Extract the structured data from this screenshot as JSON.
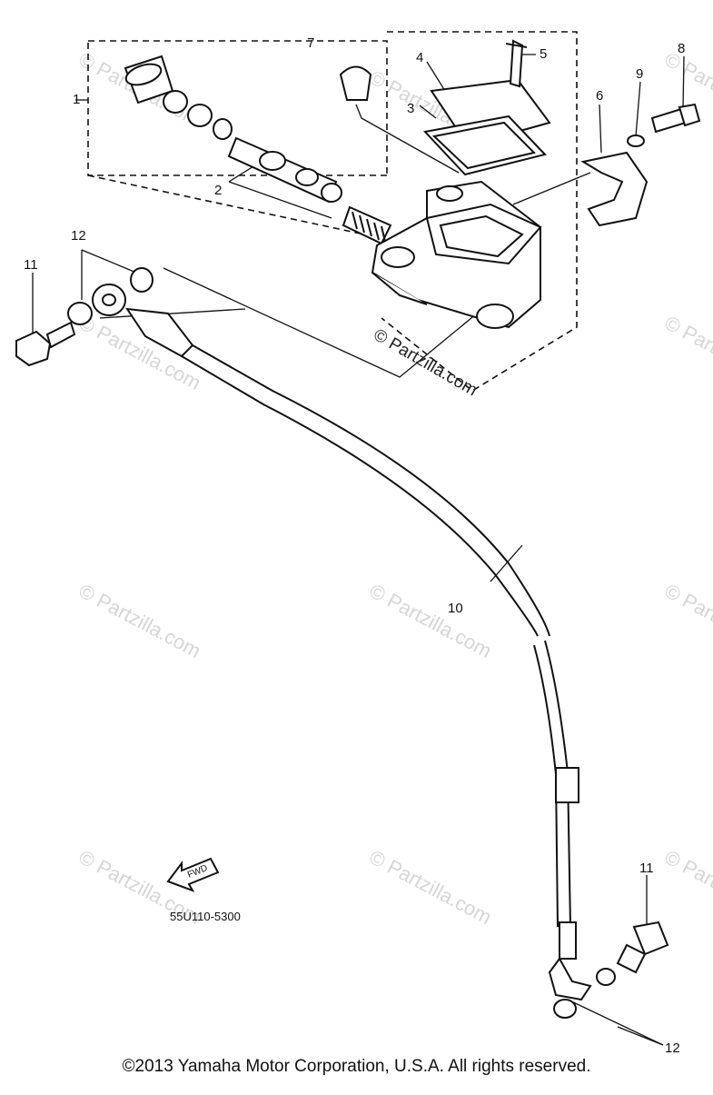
{
  "callouts": [
    {
      "id": "callout-1",
      "label": "1"
    },
    {
      "id": "callout-2",
      "label": "2"
    },
    {
      "id": "callout-3",
      "label": "3"
    },
    {
      "id": "callout-4",
      "label": "4"
    },
    {
      "id": "callout-5",
      "label": "5"
    },
    {
      "id": "callout-6",
      "label": "6"
    },
    {
      "id": "callout-7",
      "label": "7"
    },
    {
      "id": "callout-8",
      "label": "8"
    },
    {
      "id": "callout-9",
      "label": "9"
    },
    {
      "id": "callout-10",
      "label": "10"
    },
    {
      "id": "callout-11a",
      "label": "11"
    },
    {
      "id": "callout-11b",
      "label": "11"
    },
    {
      "id": "callout-12a",
      "label": "12"
    },
    {
      "id": "callout-12b",
      "label": "12"
    }
  ],
  "watermark": {
    "text": "© Partzilla.com"
  },
  "fwd_label": "FWD",
  "part_code": "55U110-5300",
  "copyright": "©2013 Yamaha Motor Corporation, U.S.A. All rights reserved."
}
